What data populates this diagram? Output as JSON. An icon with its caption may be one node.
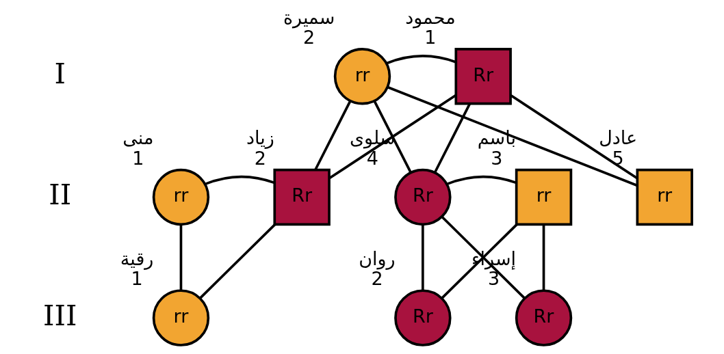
{
  "diagram": {
    "nodes": [
      {
        "text": [
          "Rr"
        ],
        "beside": [
          "محمود",
          "1"
        ]
      },
      {
        "text": [
          "rr"
        ],
        "beside": [
          "سميرة",
          "2"
        ]
      },
      {
        "text": [
          "rr"
        ],
        "beside": [
          "منى",
          "1"
        ]
      },
      {
        "text": [
          "Rr"
        ],
        "beside": [
          "زياد",
          "2"
        ]
      },
      {
        "text": [
          "rr"
        ],
        "beside": [
          "باسم",
          "3"
        ]
      },
      {
        "text": [
          "Rr"
        ],
        "beside": [
          "سلوى",
          "4"
        ]
      },
      {
        "text": [
          "rr"
        ],
        "beside": [
          "عادل",
          "5"
        ]
      },
      {
        "text": [
          "rr"
        ],
        "beside": [
          "رقية",
          "1"
        ]
      },
      {
        "text": [
          "Rr"
        ],
        "beside": [
          "روان",
          "2"
        ]
      },
      {
        "text": [
          "Rr"
        ],
        "beside": [
          "إسراء",
          "3"
        ]
      }
    ],
    "edges": [
      {
        "from": 0,
        "to": 1,
        "arrow": "none"
      },
      {
        "from": 0,
        "to": 3,
        "arrow": "none"
      },
      {
        "from": 1,
        "to": 3,
        "arrow": "none"
      },
      {
        "from": 0,
        "to": 5,
        "arrow": "none"
      },
      {
        "from": 1,
        "to": 5,
        "arrow": "none"
      },
      {
        "from": 0,
        "to": 6,
        "arrow": "none"
      },
      {
        "from": 1,
        "to": 6,
        "arrow": "none"
      },
      {
        "from": 2,
        "to": 3,
        "arrow": "none"
      },
      {
        "from": 2,
        "to": 7,
        "arrow": "none"
      },
      {
        "from": 3,
        "to": 7,
        "arrow": "none"
      },
      {
        "from": 4,
        "to": 5,
        "arrow": "none"
      },
      {
        "from": 4,
        "to": 8,
        "arrow": "none"
      },
      {
        "from": 5,
        "to": 8,
        "arrow": "none"
      },
      {
        "from": 4,
        "to": 9,
        "arrow": "none"
      },
      {
        "from": 5,
        "to": 9,
        "arrow": "none"
      }
    ],
    "labels": [
      "I",
      "II",
      "III"
    ]
  }
}
